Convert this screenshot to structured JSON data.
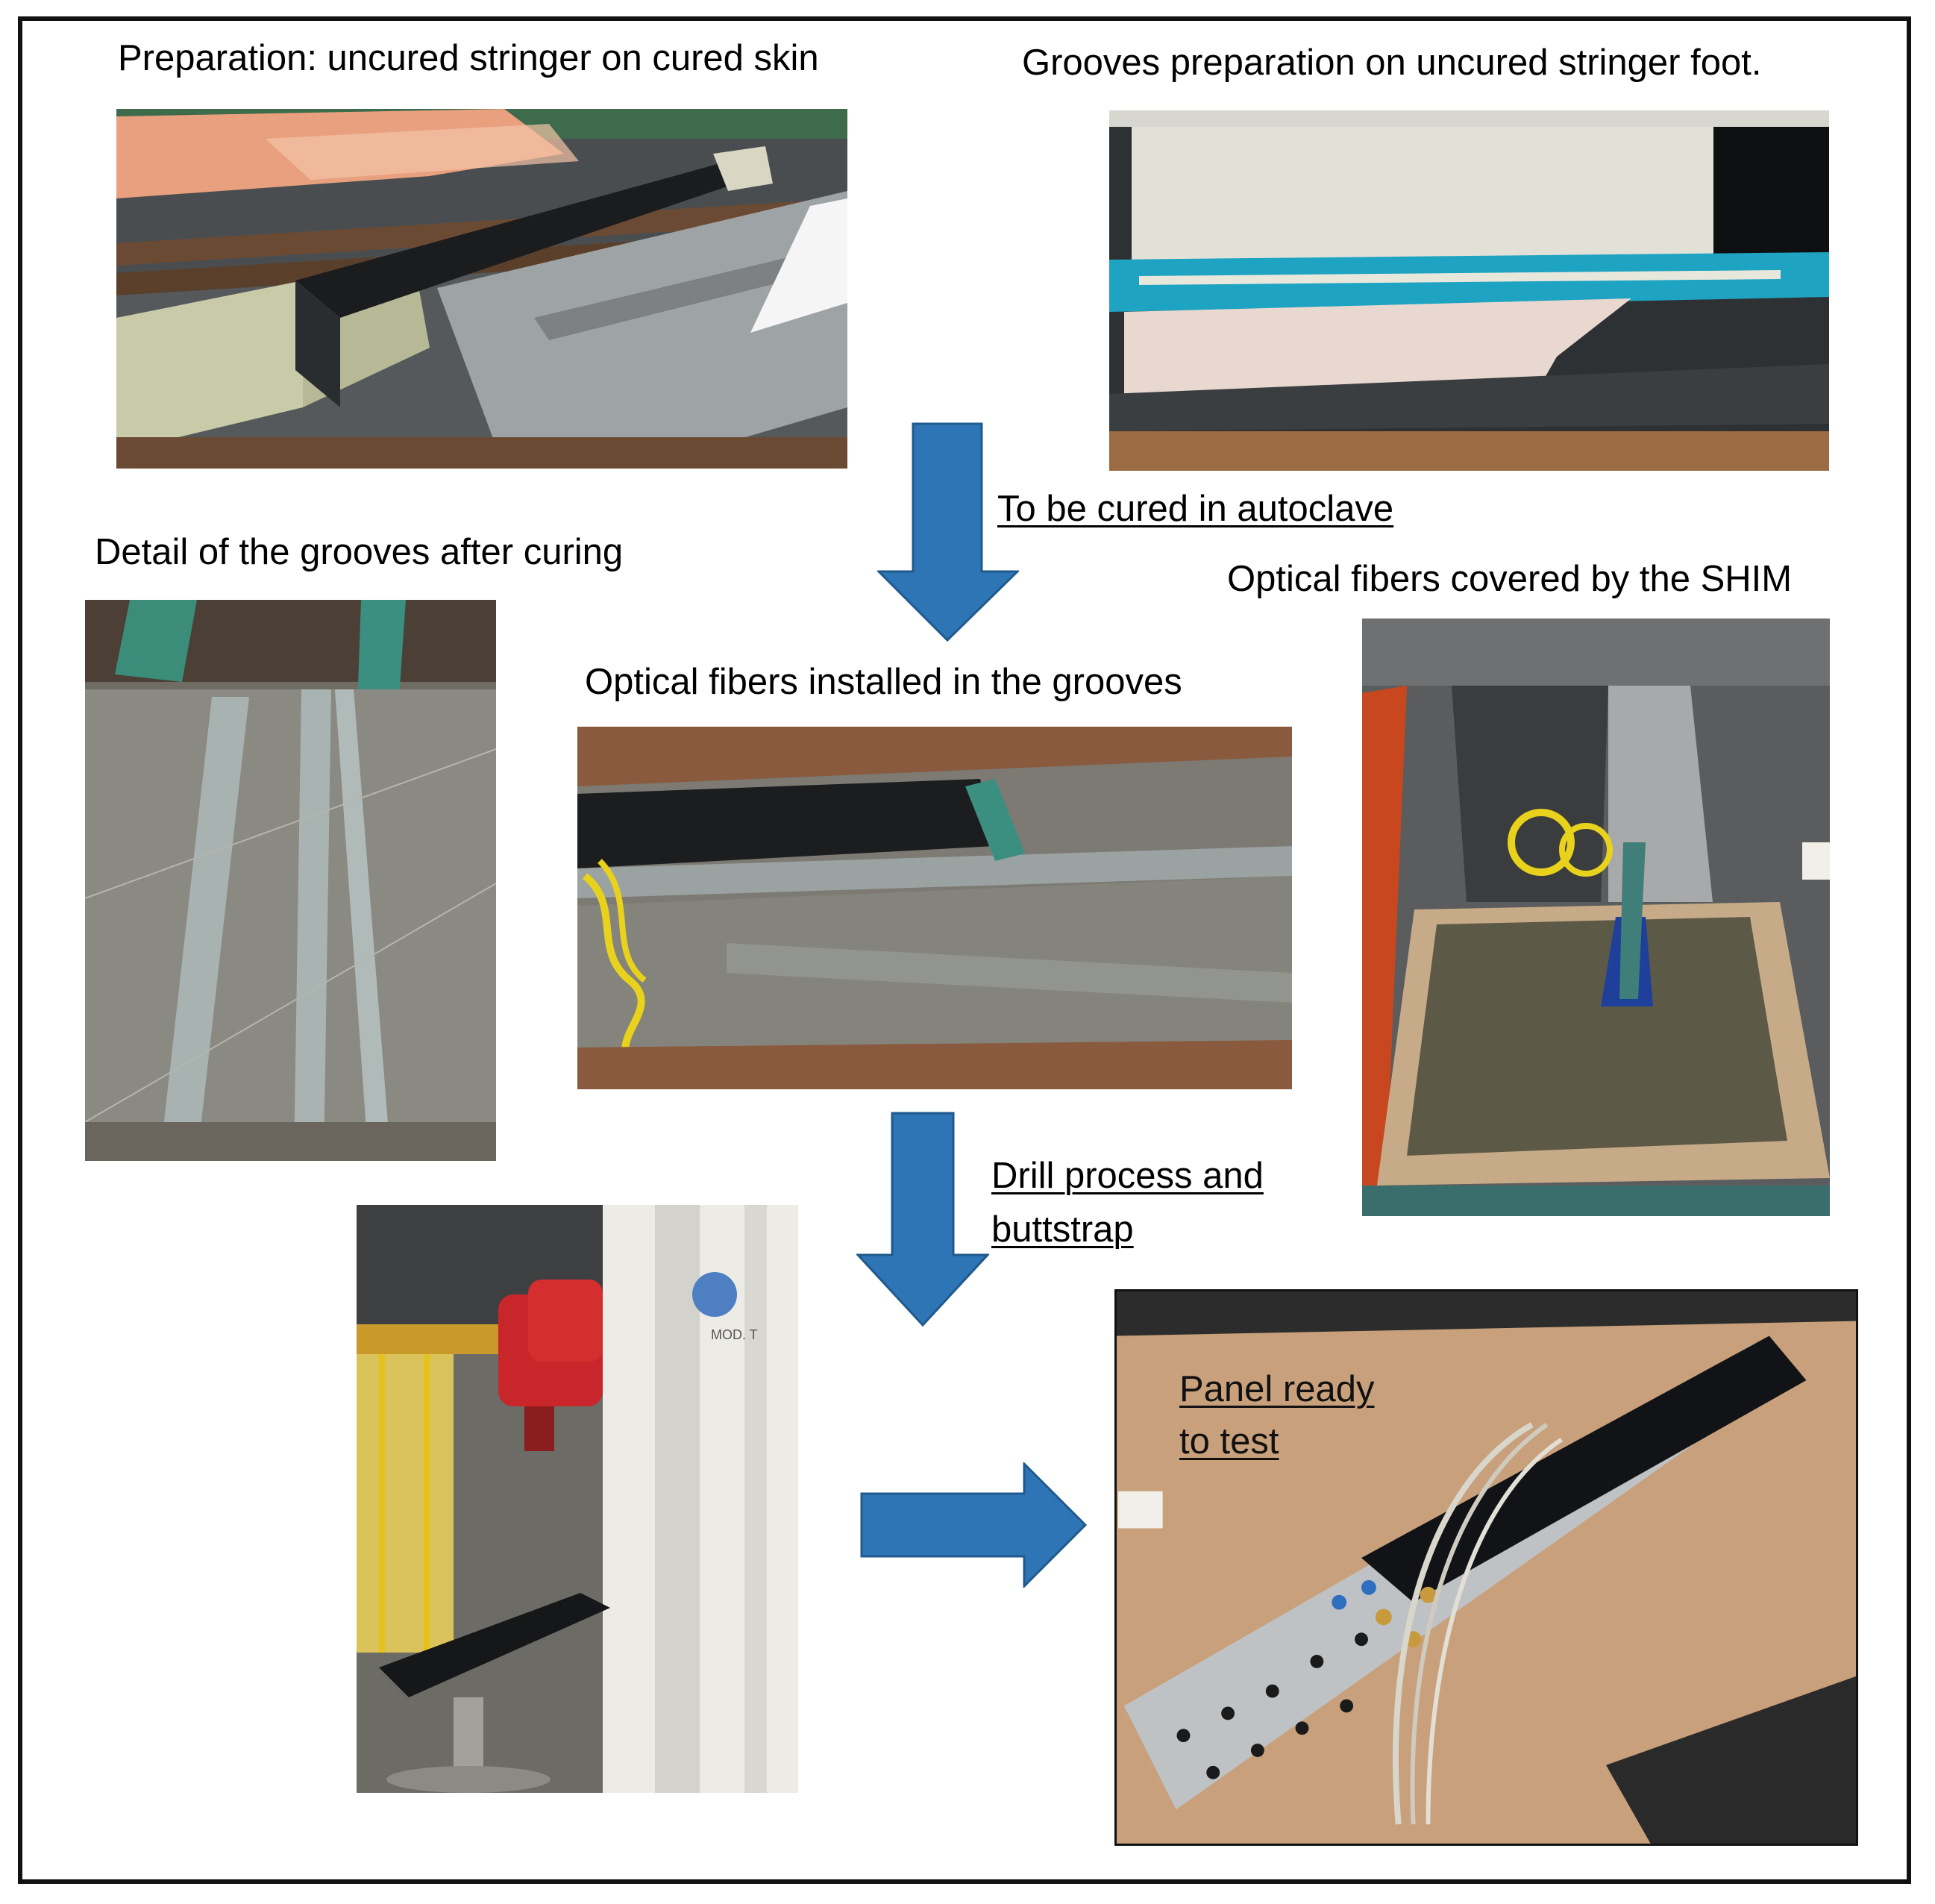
{
  "captions": {
    "prep": "Preparation: uncured stringer on cured skin",
    "grooves_prep": "Grooves preparation on uncured stringer foot.",
    "cure": "To be cured in autoclave",
    "detail": "Detail of the grooves after curing",
    "shim": "Optical fibers covered by the SHIM",
    "installed": "Optical fibers installed in the grooves",
    "drill_line1": "Drill process and",
    "drill_line2": "buttstrap",
    "panel_line1": "Panel ready",
    "panel_line2": "to test"
  },
  "photo_labels": {
    "robot_sign": "MOD. T"
  },
  "colors": {
    "arrow": "#2e75b6",
    "arrow_edge": "#1f5a8c",
    "frame": "#111111",
    "blue_tape": "#1ea3c2"
  }
}
